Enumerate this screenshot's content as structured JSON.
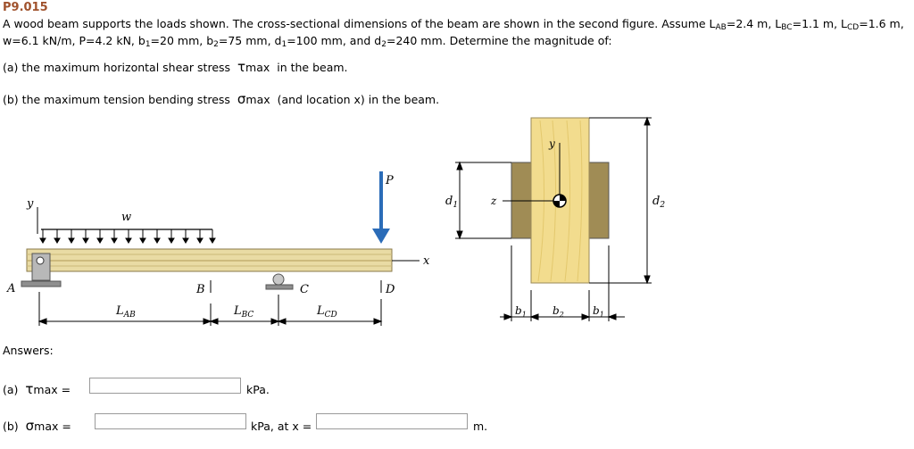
{
  "problem": {
    "id": "P9.015",
    "line1": "A wood beam supports the loads shown. The cross-sectional dimensions of the beam are shown in the second figure. Assume L",
    "lab_sub": "AB",
    "lab_val": "=2.4 m, L",
    "lbc_sub": "BC",
    "lbc_val": "=1.1 m, L",
    "lcd_sub": "CD",
    "lcd_val": "=1.6 m,",
    "line2": "w=6.1 kN/m, P=4.2 kN, b",
    "b1_sub": "1",
    "b1_val": "=20 mm, b",
    "b2_sub": "2",
    "b2_val": "=75 mm, d",
    "d1_sub": "1",
    "d1_val": "=100 mm, and d",
    "d2_sub": "2",
    "d2_val": "=240 mm. Determine the magnitude of:",
    "qa_prefix": "(a) the maximum horizontal shear stress",
    "qa_sym": "τ",
    "qa_symsub": "max",
    "qa_suffix": "in the beam.",
    "qb_prefix": "(b) the maximum tension bending stress",
    "qb_sym": "σ",
    "qb_symsub": "max",
    "qb_suffix": "(and location x) in the beam."
  },
  "figure1": {
    "y": "y",
    "w": "w",
    "P": "P",
    "x": "x",
    "A": "A",
    "B": "B",
    "C": "C",
    "D": "D",
    "LAB": "L",
    "LAB_sub": "AB",
    "LBC": "L",
    "LBC_sub": "BC",
    "LCD": "L",
    "LCD_sub": "CD"
  },
  "figure2": {
    "y": "y",
    "z": "z",
    "d1": "d",
    "d1_sub": "1",
    "d2": "d",
    "d2_sub": "2",
    "b1a": "b",
    "b1a_sub": "1",
    "b2": "b",
    "b2_sub": "2",
    "b1b": "b",
    "b1b_sub": "1"
  },
  "answers": {
    "heading": "Answers:",
    "a_prefix": "(a)",
    "a_sym": "τ",
    "a_symsub": "max",
    "a_eq": "=",
    "a_value": "",
    "a_unit": "kPa.",
    "b_prefix": "(b)",
    "b_sym": "σ",
    "b_symsub": "max",
    "b_eq": "=",
    "b_value": "",
    "b_unit": "kPa, at x =",
    "x_value": "",
    "x_unit": "m."
  }
}
